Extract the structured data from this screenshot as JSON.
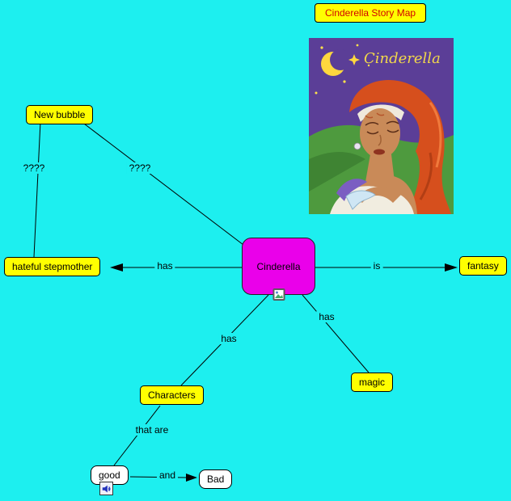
{
  "title": "Cinderella Story Map",
  "image": {
    "script_title": "Cinderella"
  },
  "nodes": {
    "new_bubble": "New bubble",
    "hateful_stepmother": "hateful stepmother",
    "cinderella": "Cinderella",
    "fantasy": "fantasy",
    "magic": "magic",
    "characters": "Characters",
    "good": "good",
    "bad": "Bad"
  },
  "link_labels": {
    "question_left": "????",
    "question_right": "????",
    "has_stepmother": "has",
    "is_fantasy": "is",
    "has_characters": "has",
    "has_magic": "has",
    "that_are": "that are",
    "and_link": "and"
  },
  "colors": {
    "background": "#1DEFEF",
    "node_yellow": "#FFFF00",
    "node_magenta": "#EA00EA",
    "title_text": "#D00000",
    "line": "#000000"
  },
  "icons": {
    "picture-icon": "tiny framed landscape (attached image indicator)",
    "speaker-icon": "blue loudspeaker (attached audio indicator)"
  }
}
